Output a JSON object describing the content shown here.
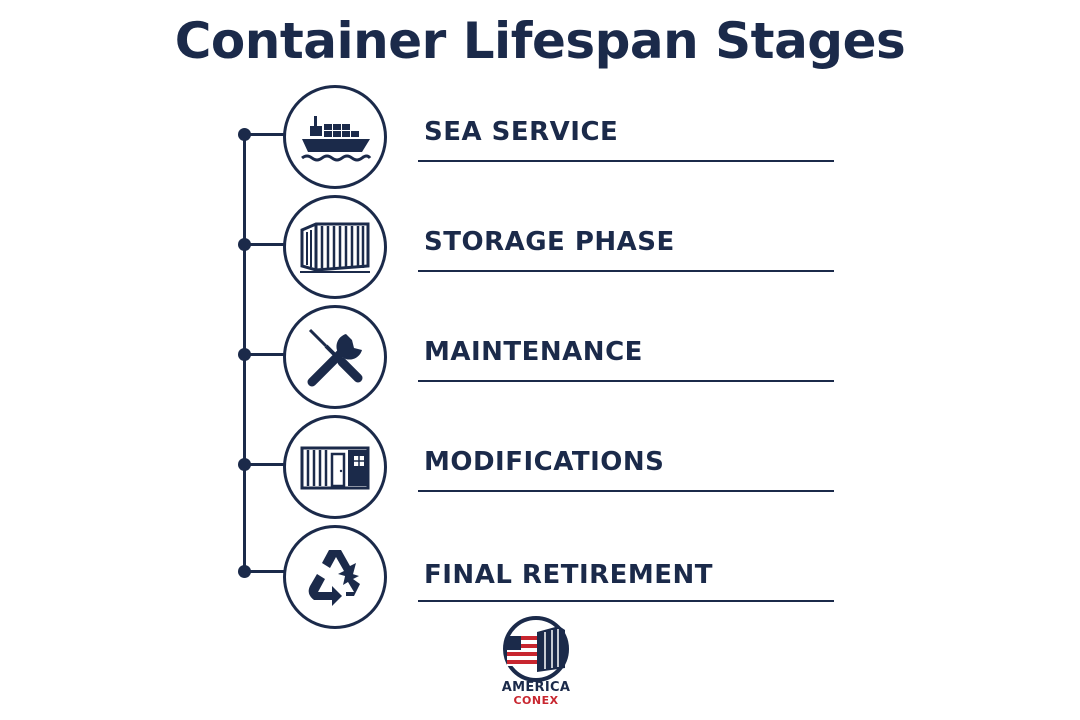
{
  "title": "Container Lifespan Stages",
  "colors": {
    "primary": "#1b2a4a",
    "accent_red": "#c8262f",
    "background": "#ffffff"
  },
  "stages": [
    {
      "label": "SEA SERVICE",
      "icon": "cargo-ship-icon"
    },
    {
      "label": "STORAGE PHASE",
      "icon": "shipping-container-icon"
    },
    {
      "label": "MAINTENANCE",
      "icon": "wrench-screwdriver-icon"
    },
    {
      "label": "MODIFICATIONS",
      "icon": "container-office-icon"
    },
    {
      "label": "FINAL RETIREMENT",
      "icon": "recycle-icon"
    }
  ],
  "logo": {
    "line1": "AMERICA",
    "line2": "CONEX",
    "icon": "american-flag-container-icon"
  }
}
